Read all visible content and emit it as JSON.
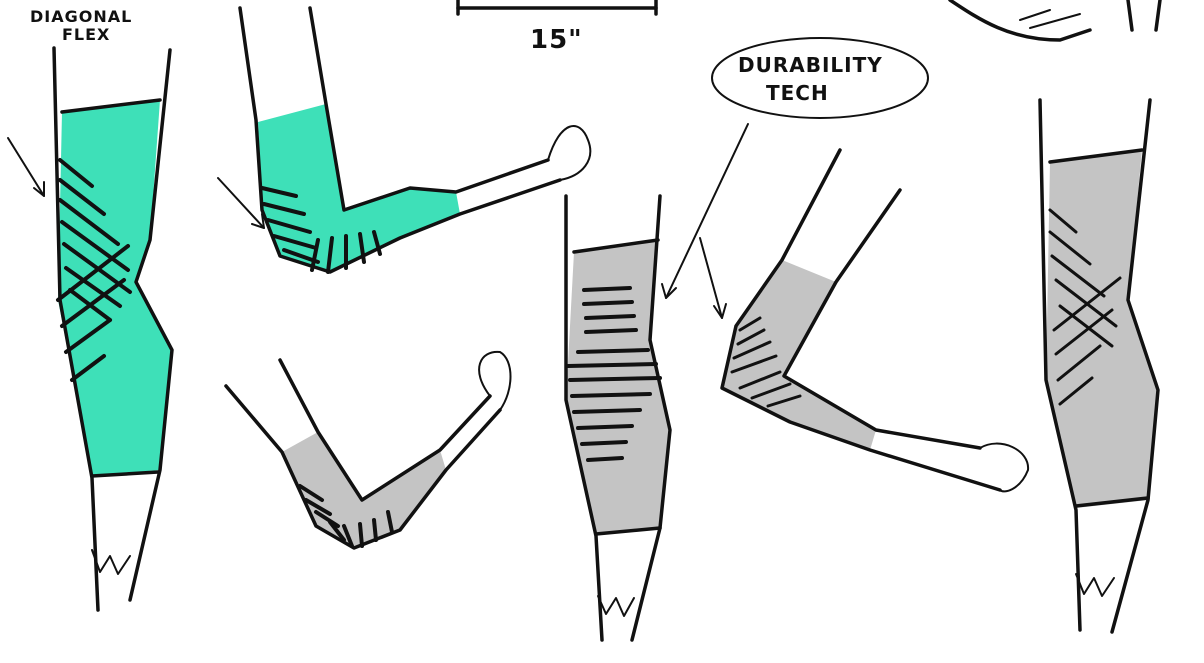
{
  "labels": {
    "diagonal_flex_line1": "DIAGONAL",
    "diagonal_flex_line2": "FLEX",
    "length_label": "15\"",
    "durability_line1": "DURABILITY",
    "durability_line2": "TECH"
  },
  "colors": {
    "sleeve_teal": "#3ee0b8",
    "sleeve_gray": "#c4c4c4",
    "ink": "#111111",
    "background": "#ffffff"
  }
}
